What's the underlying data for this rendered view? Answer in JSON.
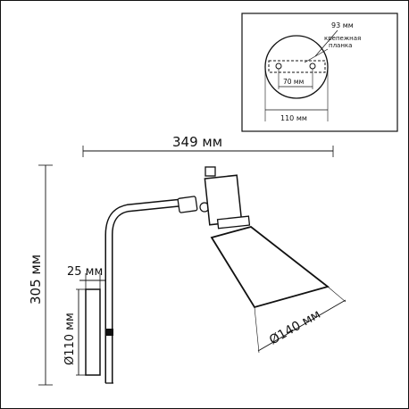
{
  "dimensions": {
    "total_width": "349 мм",
    "total_height": "305 мм",
    "base_depth": "25 мм",
    "base_diameter": "Ø110 мм",
    "shade_diameter": "Ø140 мм"
  },
  "inset": {
    "plate_width": "93 мм",
    "plate_label_line1": "крепежная",
    "plate_label_line2": "планка",
    "hole_spacing": "70 мм",
    "base_width": "110 мм"
  },
  "colors": {
    "line": "#111111",
    "background": "#ffffff"
  }
}
